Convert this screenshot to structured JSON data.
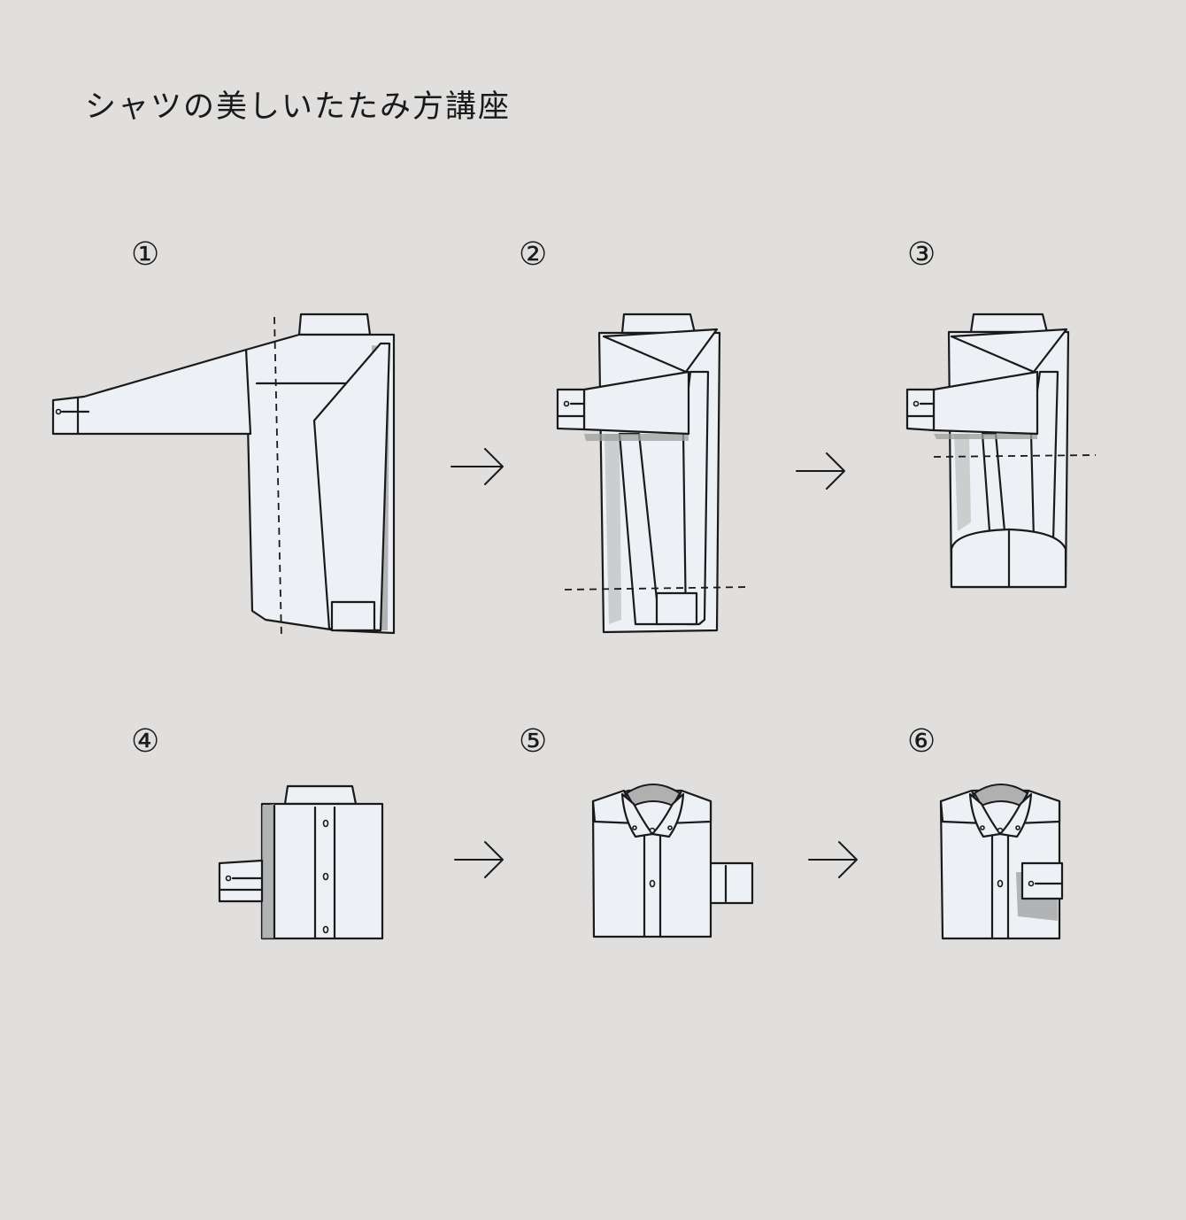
{
  "title": "シャツの美しいたたみ方講座",
  "steps": [
    {
      "number": "①",
      "icon": "shirt-step-1-icon"
    },
    {
      "number": "②",
      "icon": "shirt-step-2-icon"
    },
    {
      "number": "③",
      "icon": "shirt-step-3-icon"
    },
    {
      "number": "④",
      "icon": "shirt-step-4-icon"
    },
    {
      "number": "⑤",
      "icon": "shirt-step-5-icon"
    },
    {
      "number": "⑥",
      "icon": "shirt-step-6-icon"
    }
  ],
  "colors": {
    "background": "#e0dfdd",
    "fabric": "#edf1f5",
    "stripe": "#9fc0d6",
    "outline": "#1a1a1a",
    "shadow": "#9e9e9e"
  }
}
